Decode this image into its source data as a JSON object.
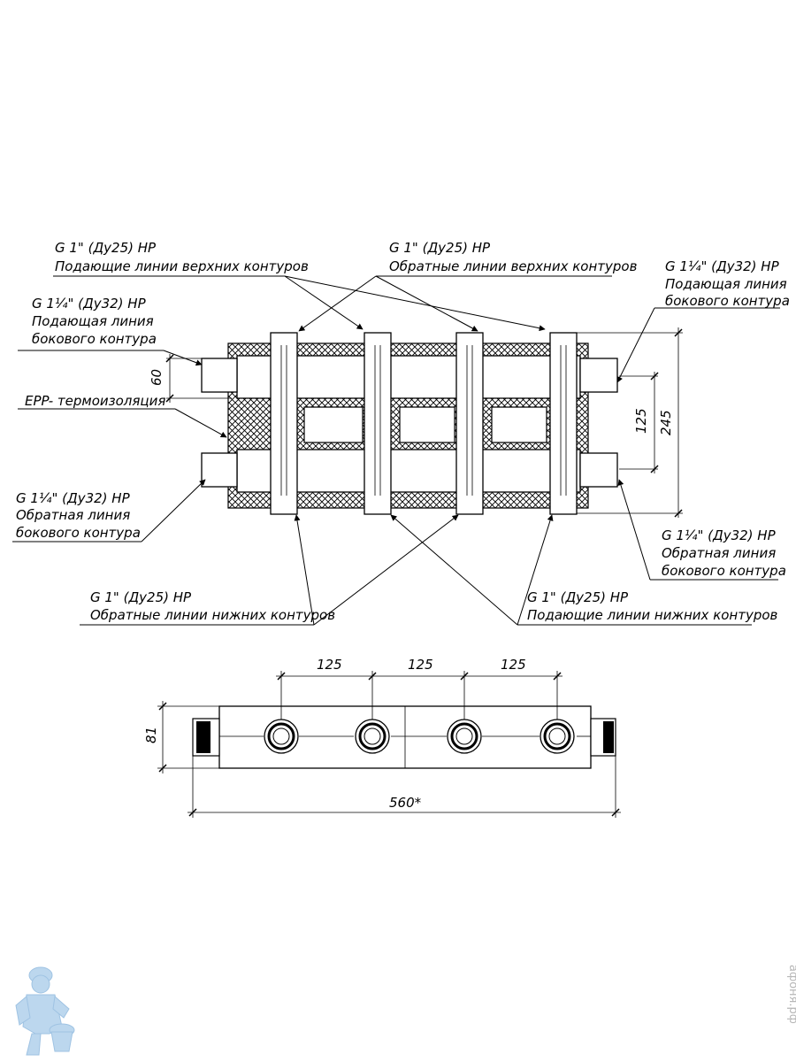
{
  "labels": {
    "top_left": {
      "spec": "G 1\" (Ду25) НР",
      "desc": "Подающие линии верхних контуров"
    },
    "top_center": {
      "spec": "G 1\" (Ду25) НР",
      "desc": "Обратные линии верхних контуров"
    },
    "top_right": {
      "spec": "G 1¼\" (Ду32) НР",
      "line1": "Подающая линия",
      "line2": "бокового контура"
    },
    "left_upper": {
      "spec": "G 1¼\" (Ду32) НР",
      "line1": "Подающая линия",
      "line2": "бокового контура"
    },
    "insulation": "EPP- термоизоляция",
    "left_lower": {
      "spec": "G 1¼\" (Ду32) НР",
      "line1": "Обратная линия",
      "line2": "бокового контура"
    },
    "right_lower": {
      "spec": "G 1¼\" (Ду32) НР",
      "line1": "Обратная линия",
      "line2": "бокового контура"
    },
    "bottom_left": {
      "spec": "G 1\" (Ду25) НР",
      "desc": "Обратные линии нижних контуров"
    },
    "bottom_right": {
      "spec": "G 1\" (Ду25) НР",
      "desc": "Подающие линии нижних контуров"
    }
  },
  "dimensions": {
    "front_60": "60",
    "front_125": "125",
    "front_245": "245",
    "bottom_spacing_1": "125",
    "bottom_spacing_2": "125",
    "bottom_spacing_3": "125",
    "bottom_height": "81",
    "bottom_length": "560*"
  },
  "watermark": "афоня.рф",
  "mascot": "plumber-mascot-icon",
  "colors": {
    "line": "#000000",
    "hatch": "#000000",
    "watermark": "#b7b7b7",
    "mascot": "#bcd7ee"
  }
}
